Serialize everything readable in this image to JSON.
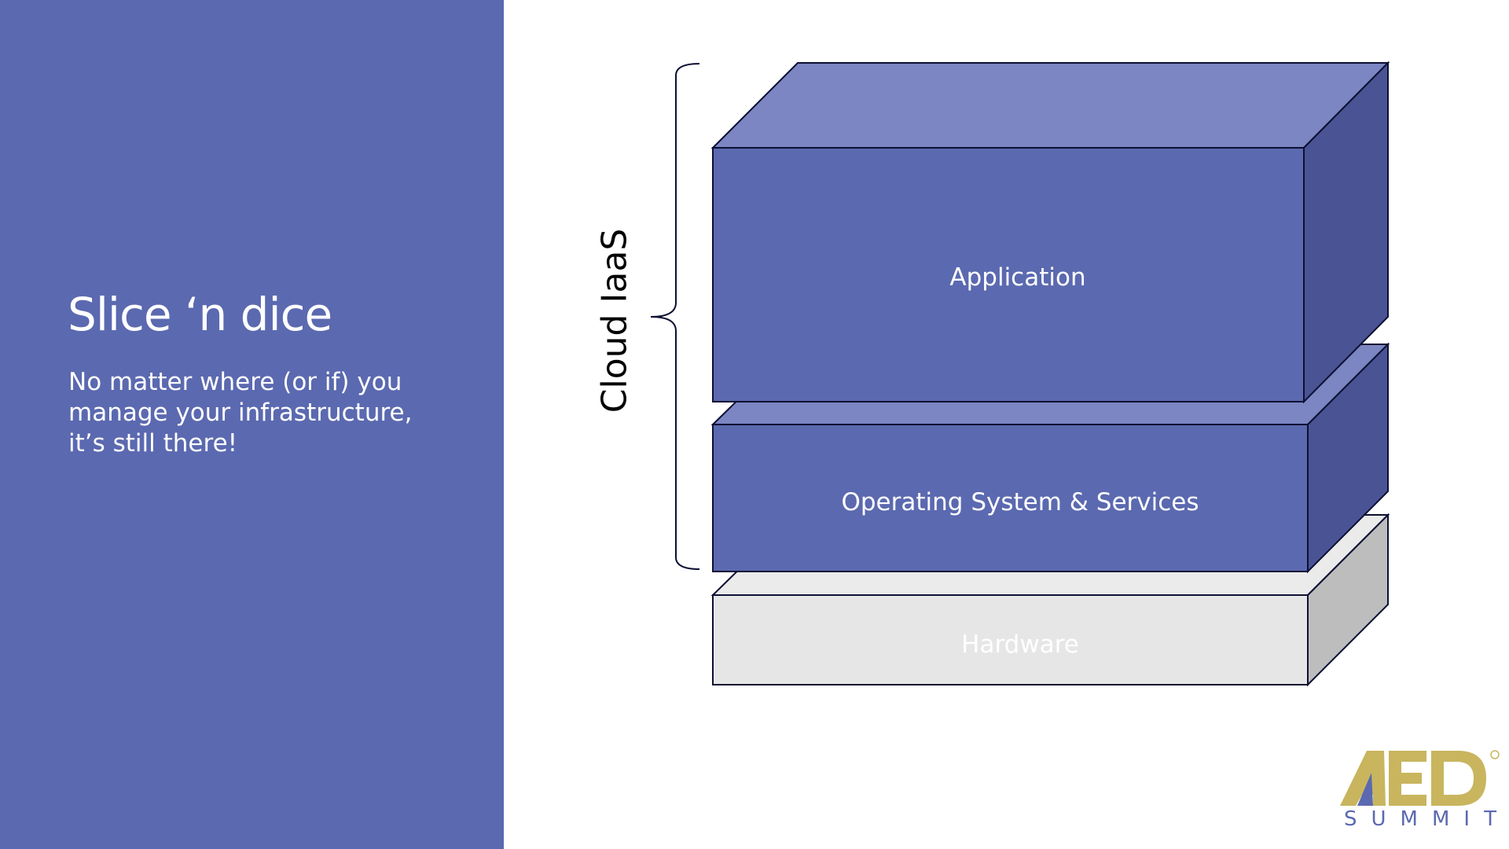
{
  "slide": {
    "title": "Slice ‘n dice",
    "subtitle": "No matter where (or if) you manage your infrastructure, it’s still there!"
  },
  "diagram": {
    "bracket_label": "Cloud IaaS",
    "layers": [
      {
        "name": "Application",
        "fill": "#5b69b0",
        "top": "#7b86c2",
        "side": "#4a5494"
      },
      {
        "name": "Operating System & Services",
        "fill": "#5b69b0",
        "top": "#7b86c2",
        "side": "#4a5494"
      },
      {
        "name": "Hardware",
        "fill": "#e6e6e6",
        "top": "#ebebeb",
        "side": "#bdbdbd"
      }
    ]
  },
  "logo": {
    "brand": "AED",
    "sub": "SUMMIT",
    "mark": "®",
    "gold": "#c8b55e",
    "blue": "#5b69b0"
  },
  "colors": {
    "panel": "#5b69b0",
    "outline": "#0d1033"
  }
}
